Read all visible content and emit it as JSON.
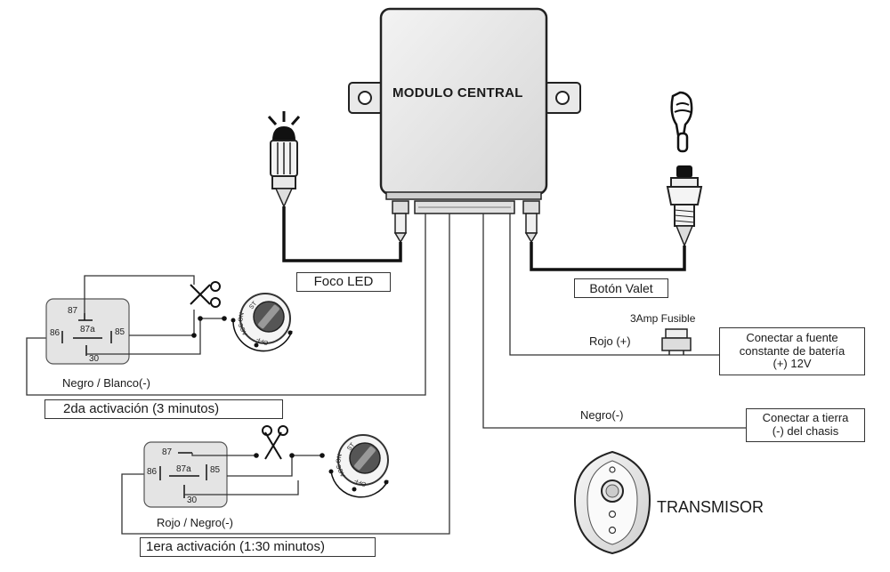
{
  "module": {
    "title": "MODULO CENTRAL"
  },
  "led": {
    "label": "Foco LED"
  },
  "valet": {
    "label": "Botón Valet"
  },
  "fuse": {
    "label": "3Amp Fusible"
  },
  "battery": {
    "wire_label": "Rojo (+)",
    "box_line1": "Conectar a fuente",
    "box_line2": "constante de batería",
    "box_line3": "(+) 12V"
  },
  "ground": {
    "wire_label": "Negro(-)",
    "box_line1": "Conectar a tierra",
    "box_line2": "(-) del chasis"
  },
  "relay_top": {
    "pins": {
      "p87": "87",
      "p87a": "87a",
      "p86": "86",
      "p85": "85",
      "p30": "30"
    },
    "wire_label": "Negro / Blanco(-)",
    "activation": "2da activación (3 minutos)"
  },
  "relay_bottom": {
    "pins": {
      "p87": "87",
      "p87a": "87a",
      "p86": "86",
      "p85": "85",
      "p30": "30"
    },
    "wire_label": "Rojo / Negro(-)",
    "activation": "1era activación (1:30 minutos)"
  },
  "ignition": {
    "st": "ST",
    "on": "ON",
    "acc": "ACC",
    "off": "OFF"
  },
  "transmitter": {
    "label": "TRANSMISOR"
  }
}
